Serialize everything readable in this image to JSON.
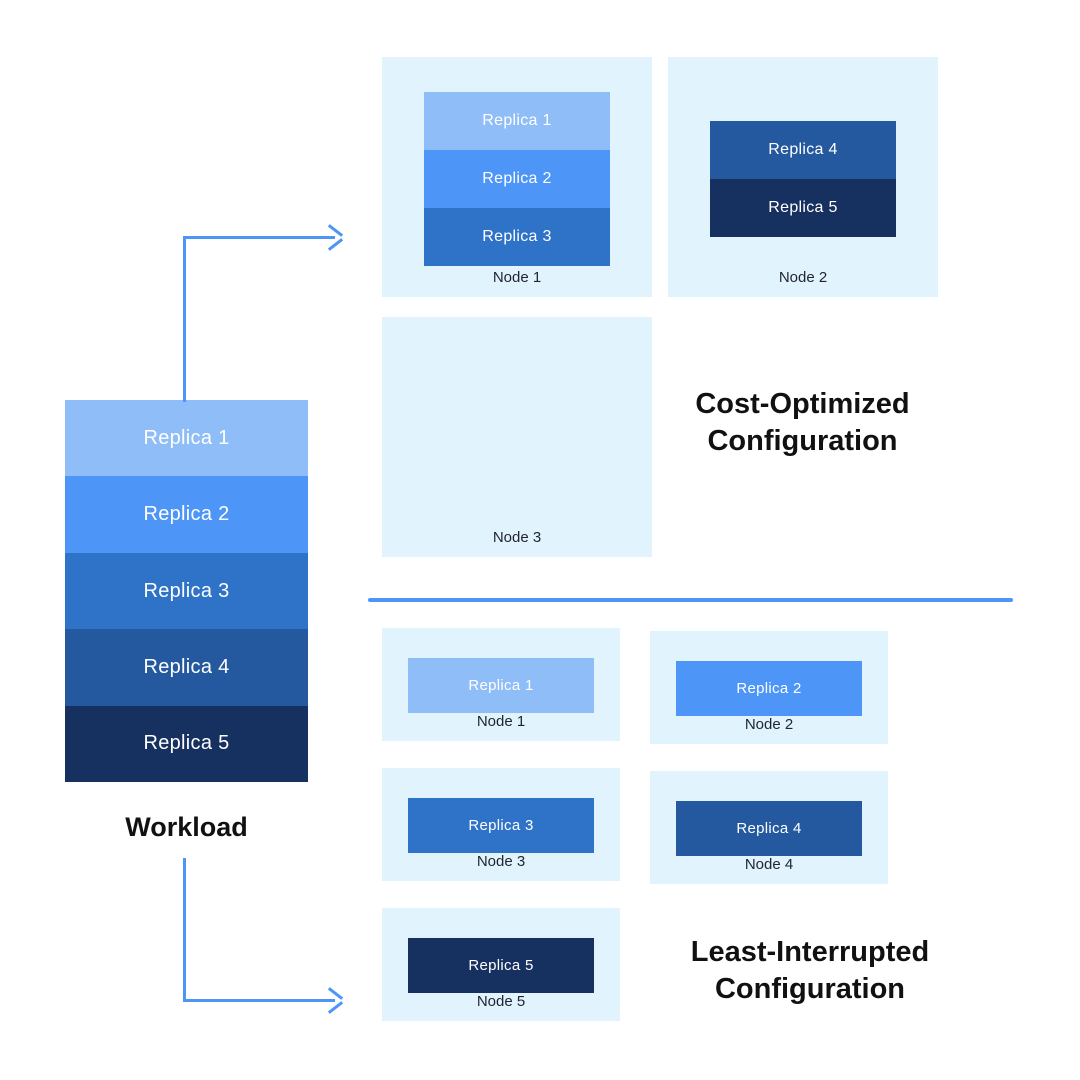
{
  "workload": {
    "label": "Workload",
    "replicas": [
      {
        "label": "Replica 1",
        "color": "#8FBDF8"
      },
      {
        "label": "Replica 2",
        "color": "#4D95F7"
      },
      {
        "label": "Replica 3",
        "color": "#2E73C8"
      },
      {
        "label": "Replica 4",
        "color": "#24589F"
      },
      {
        "label": "Replica 5",
        "color": "#16305F"
      }
    ]
  },
  "cost_optimized": {
    "title_line1": "Cost-Optimized",
    "title_line2": "Configuration",
    "nodes": [
      {
        "label": "Node 1",
        "replicas": [
          {
            "label": "Replica 1",
            "color": "#8FBDF8"
          },
          {
            "label": "Replica 2",
            "color": "#4D95F7"
          },
          {
            "label": "Replica 3",
            "color": "#2E73C8"
          }
        ]
      },
      {
        "label": "Node 2",
        "replicas": [
          {
            "label": "Replica 4",
            "color": "#24589F"
          },
          {
            "label": "Replica 5",
            "color": "#16305F"
          }
        ]
      },
      {
        "label": "Node 3",
        "replicas": []
      }
    ]
  },
  "least_interrupted": {
    "title_line1": "Least-Interrupted",
    "title_line2": "Configuration",
    "nodes": [
      {
        "label": "Node 1",
        "replica": {
          "label": "Replica 1",
          "color": "#8FBDF8"
        }
      },
      {
        "label": "Node 2",
        "replica": {
          "label": "Replica 2",
          "color": "#4D95F7"
        }
      },
      {
        "label": "Node 3",
        "replica": {
          "label": "Replica 3",
          "color": "#2E73C8"
        }
      },
      {
        "label": "Node 4",
        "replica": {
          "label": "Replica 4",
          "color": "#24589F"
        }
      },
      {
        "label": "Node 5",
        "replica": {
          "label": "Replica 5",
          "color": "#16305F"
        }
      }
    ]
  },
  "colors": {
    "accent": "#4D95F7",
    "node_background": "#E1F3FC",
    "text_on_replica": "#FFFFFF",
    "title_text": "#111111"
  }
}
